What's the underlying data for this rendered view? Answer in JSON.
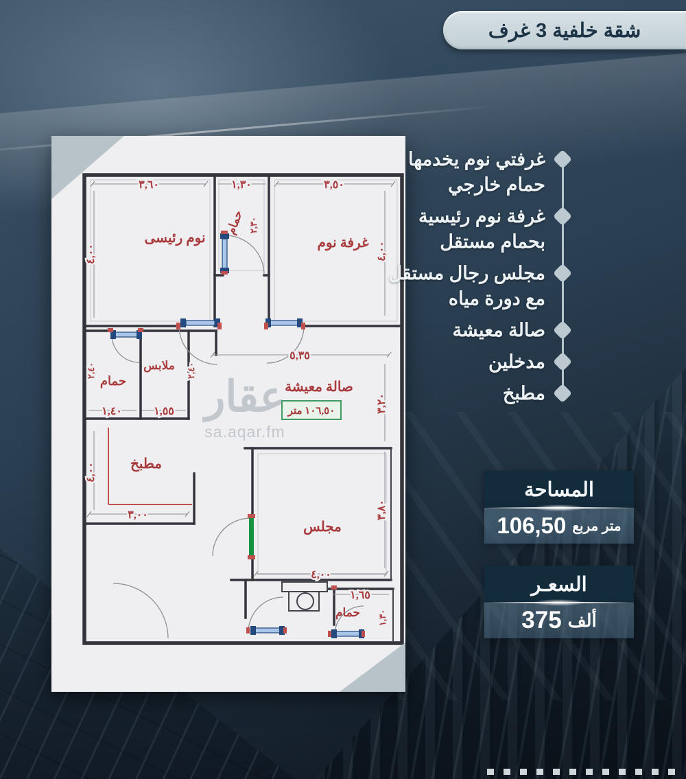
{
  "banner": {
    "title": "شقة خلفية 3 غرف"
  },
  "features": {
    "items": [
      {
        "line1": "غرفتي نوم يخدمها",
        "line2": "حمام خارجي"
      },
      {
        "line1": "غرفة نوم رئيسية",
        "line2": "بحمام مستقل"
      },
      {
        "line1": "مجلس رجال مستقل",
        "line2": "مع دورة مياه"
      },
      {
        "line1": "صالة معيشة",
        "line2": ""
      },
      {
        "line1": "مدخلين",
        "line2": ""
      },
      {
        "line1": "مطبخ",
        "line2": ""
      }
    ]
  },
  "area_box": {
    "label": "المساحة",
    "value": "106,50",
    "unit": "متر مربع"
  },
  "price_box": {
    "label": "السعـر",
    "value": "375",
    "unit": "ألف"
  },
  "floorplan": {
    "watermark_logo": "عقار",
    "watermark_url": "sa.aqar.fm",
    "area_badge": "١٠٦,٥٠ متر",
    "rooms": {
      "master_bedroom": "نوم رئيسى",
      "bathroom_top": "حمام",
      "bedroom": "غرفة نوم",
      "bathroom_left": "حمام",
      "closet": "ملابس",
      "living": "صالة معيشة",
      "kitchen": "مطبخ",
      "majlis": "مجلس",
      "bathroom_bottom": "حمام"
    },
    "dims": {
      "master_w": "٣,٦٠",
      "master_h": "٤,٠٠",
      "bath_top_w": "١,٣٠",
      "bath_top_h": "٢,٣٠",
      "bedroom_w": "٣,٥٠",
      "bedroom_h": "٤,٠٠",
      "living_w": "٥,٣٥",
      "living_h": "٣,٢٠",
      "bath_left_w": "١,٤٠",
      "bath_left_h": "٢,٤٠",
      "closet_w": "١,٥٥",
      "closet_h": "٢,٤٠",
      "kitchen_w": "٣,٠٠",
      "kitchen_h": "٤,٠٠",
      "majlis_w": "٤,٠٠",
      "majlis_h": "٣,٨٠",
      "bath_bottom_w": "١,٦٥",
      "bath_bottom_h": "١,٣٠"
    }
  }
}
